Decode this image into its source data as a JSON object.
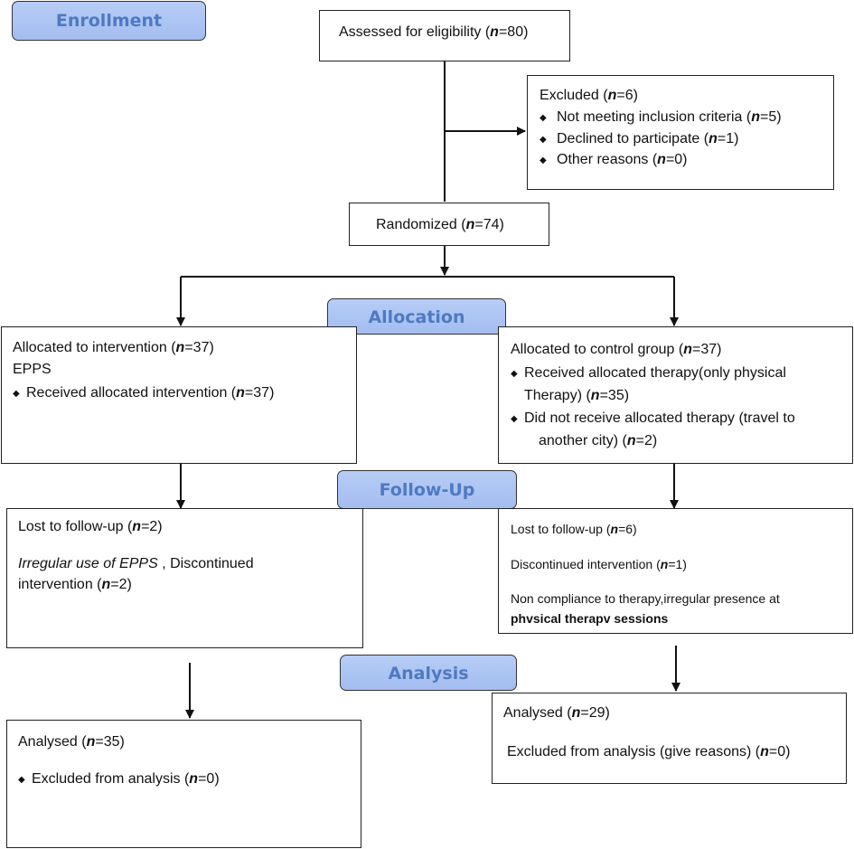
{
  "stages": {
    "enrollment": "Enrollment",
    "allocation": "Allocation",
    "followup": "Follow-Up",
    "analysis": "Analysis"
  },
  "assessed": {
    "text": "Assessed for eligibility (",
    "n": "n",
    "count": "=80)"
  },
  "excluded": {
    "title": "Excluded  (",
    "title_count": "=6)",
    "items": [
      {
        "text": "Not meeting inclusion criteria (",
        "count": "=5)"
      },
      {
        "text": "Declined to participate (",
        "count": "=1)"
      },
      {
        "text": "Other reasons (",
        "count": "=0)"
      }
    ]
  },
  "randomized": {
    "text": "Randomized (",
    "count": "=74)"
  },
  "intervention_alloc": {
    "line1": "Allocated to intervention (",
    "line1_count": "=37)",
    "line2": "EPPS",
    "bullet": "Received allocated intervention (",
    "bullet_count": "=37)"
  },
  "control_alloc": {
    "line1": "Allocated to control group (",
    "line1_count": "=37)",
    "b1_line1": "Received allocated therapy(only physical",
    "b1_line2": "Therapy) (",
    "b1_count": "=35)",
    "b2_line1": "Did not receive allocated therapy (travel to",
    "b2_line2": "another city) (",
    "b2_count": "=2)"
  },
  "intervention_fu": {
    "line1": "Lost to follow-up (",
    "line1_count": "=2)",
    "line2_italic": "Irregular use of EPPS",
    "line2_rest": " , Discontinued",
    "line3": "intervention  (",
    "line3_count": "=2)"
  },
  "control_fu": {
    "line1": "Lost to follow-up  (",
    "line1_count": "=6)",
    "line2": "Discontinued intervention  (",
    "line2_count": "=1)",
    "line3": "Non compliance to therapy,irregular presence at",
    "line4": "phvsical therapv sessions"
  },
  "intervention_an": {
    "line1": "Analysed  (",
    "line1_count": "=35)",
    "bullet": "Excluded from analysis (",
    "bullet_count": "=0)"
  },
  "control_an": {
    "line1": "Analysed  (",
    "line1_count": "=29)",
    "line2": "Excluded from analysis (give reasons) (",
    "line2_count": "=0)"
  },
  "n_symbol": "n",
  "bullet_glyph": "◆",
  "colors": {
    "stage_fill": "#a9c2f2",
    "stage_text": "#4f79c2",
    "line": "#111111"
  }
}
